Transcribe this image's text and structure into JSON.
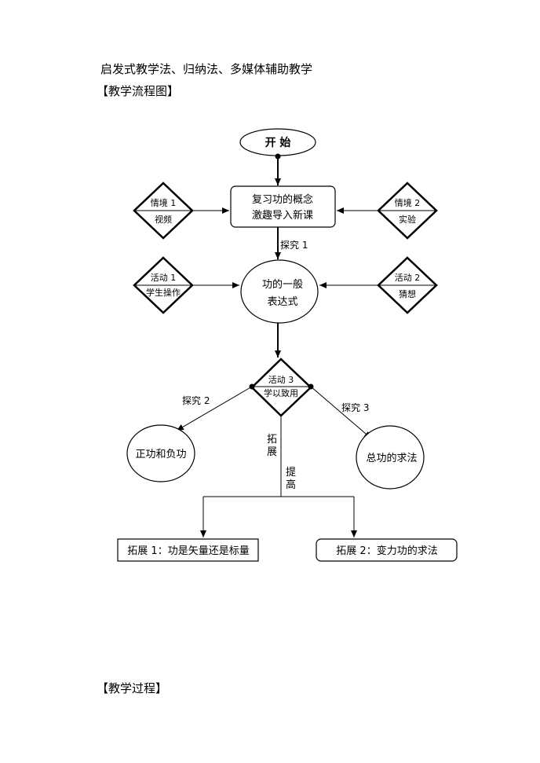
{
  "document": {
    "method_line": "启发式教学法、归纳法、多媒体辅助教学",
    "flow_heading": "【教学流程图】",
    "process_heading": "【教学过程】"
  },
  "flowchart": {
    "start": "开 始",
    "review_1": "复习功的概念",
    "review_2": "激趣导入新课",
    "scene1_top": "情境 1",
    "scene1_bottom": "视频",
    "scene2_top": "情境 2",
    "scene2_bottom": "实验",
    "explore1": "探究 1",
    "act1_top": "活动 1",
    "act1_bottom": "学生操作",
    "act2_top": "活动 2",
    "act2_bottom": "猜想",
    "work_expr_1": "功的一般",
    "work_expr_2": "表达式",
    "act3_top": "活动 3",
    "act3_bottom": "学以致用",
    "explore2": "探究 2",
    "explore3": "探究 3",
    "pos_neg_work": "正功和负功",
    "total_work": "总功的求法",
    "extend_a": "拓",
    "extend_b": "展",
    "improve_a": "提",
    "improve_b": "高",
    "ext1": "拓展 1：功是矢量还是标量",
    "ext2": "拓展 2：变力功的求法"
  }
}
